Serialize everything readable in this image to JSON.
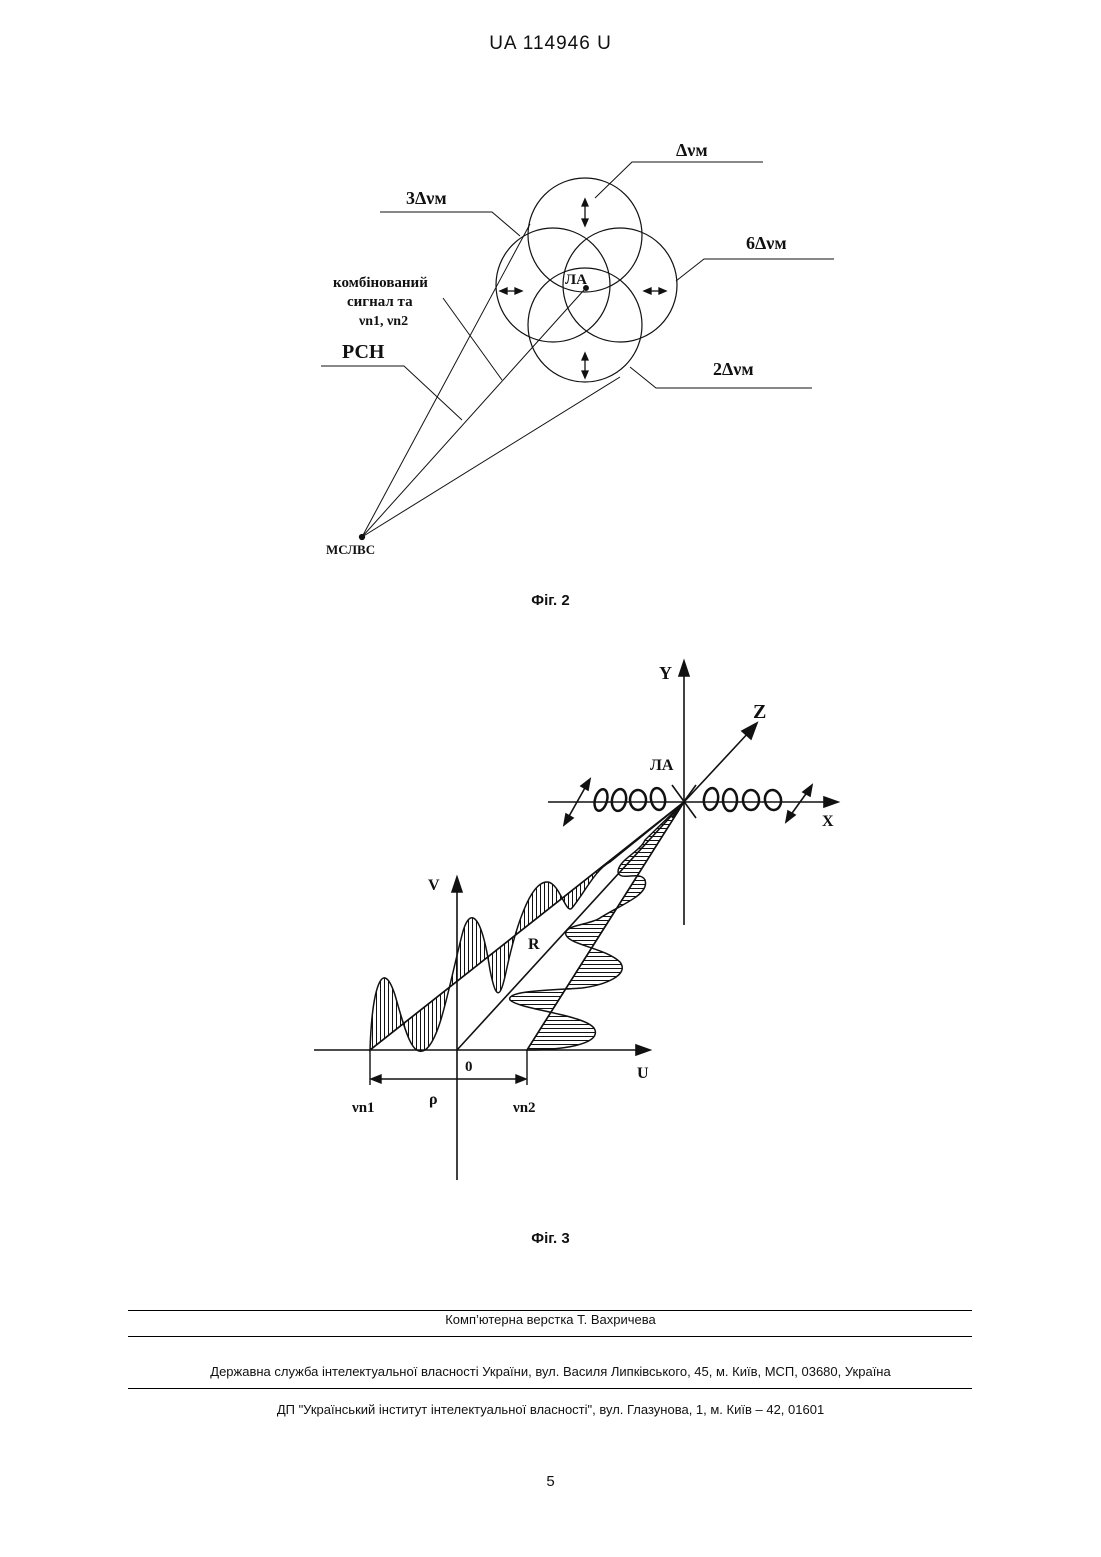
{
  "header": {
    "doc_number": "UA   114946   U"
  },
  "fig2": {
    "caption": "Фіг. 2",
    "labels": {
      "delta_top": "Δνм",
      "three_delta": "3Δνм",
      "six_delta": "6Δνм",
      "two_delta": "2Δνм",
      "la": "ЛА",
      "combined_1": "комбінований",
      "combined_2": "сигнал та",
      "combined_3": "νn1, νn2",
      "rsn": "РСН",
      "mslvs": "МСЛВС"
    }
  },
  "fig3": {
    "caption": "Фіг. 3",
    "labels": {
      "y": "Y",
      "z": "Z",
      "x": "X",
      "la": "ЛА",
      "v": "V",
      "r": "R",
      "zero": "0",
      "u": "U",
      "nu1": "νn1",
      "rho": "ρ",
      "nu2": "νn2"
    }
  },
  "footer": {
    "layout": "Комп’ютерна верстка Т. Вахричева",
    "agency": "Державна служба інтелектуальної власності України, вул. Василя Липківського, 45, м. Київ, МСП, 03680, Україна",
    "institute": "ДП \"Український інститут інтелектуальної власності\", вул. Глазунова, 1, м. Київ – 42, 01601",
    "page_number": "5"
  }
}
